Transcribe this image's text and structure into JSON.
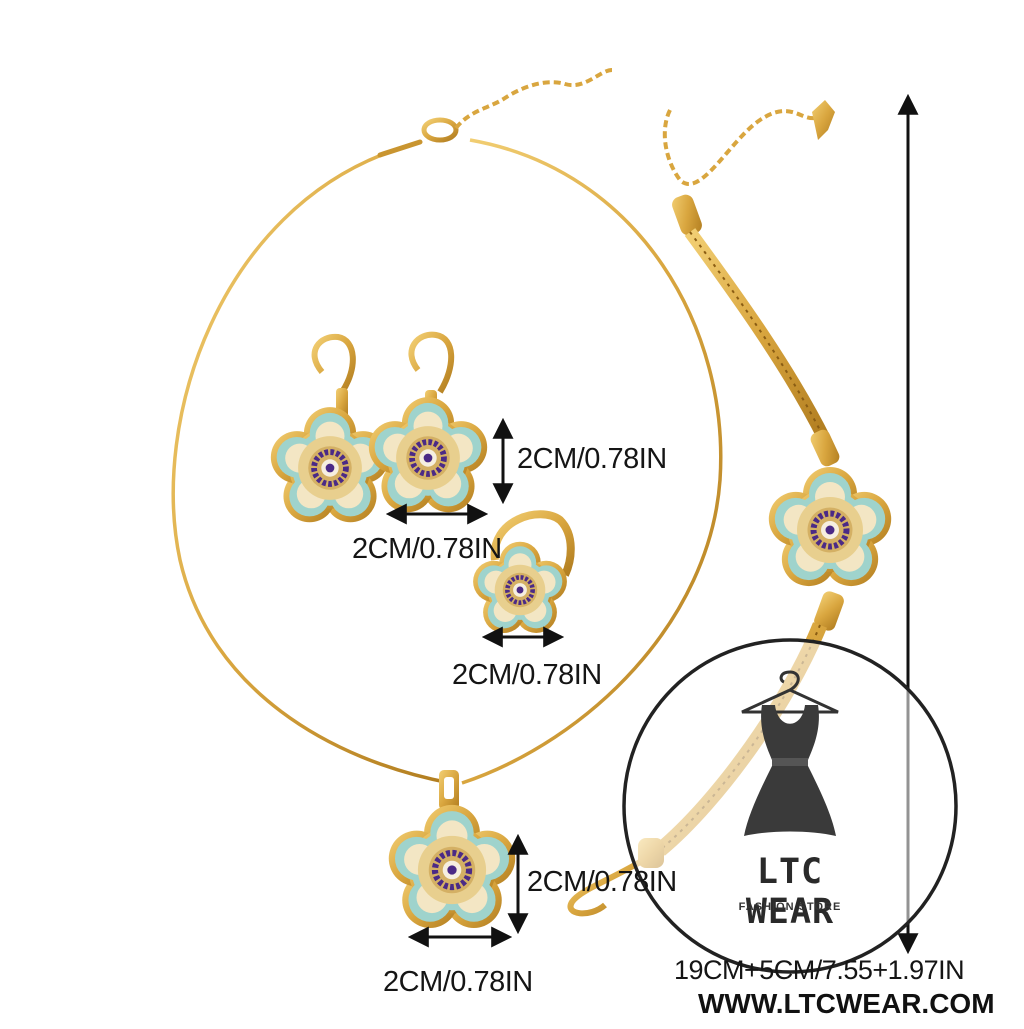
{
  "measurements": {
    "earring_height": "2CM/0.78IN",
    "earring_width": "2CM/0.78IN",
    "ring_width": "2CM/0.78IN",
    "pendant_height": "2CM/0.78IN",
    "pendant_width": "2CM/0.78IN",
    "bracelet_length": "19CM+5CM/7.55+1.97IN"
  },
  "logo": {
    "brand": "LTC WEAR",
    "tagline": "FASHION STORE"
  },
  "website": "WWW.LTCWEAR.COM",
  "colors": {
    "gold": "#d9a63f",
    "gold_dark": "#b07c1f",
    "turquoise": "#9fd3cc",
    "purple": "#4b2a86",
    "crystal": "#f3e6c4"
  }
}
